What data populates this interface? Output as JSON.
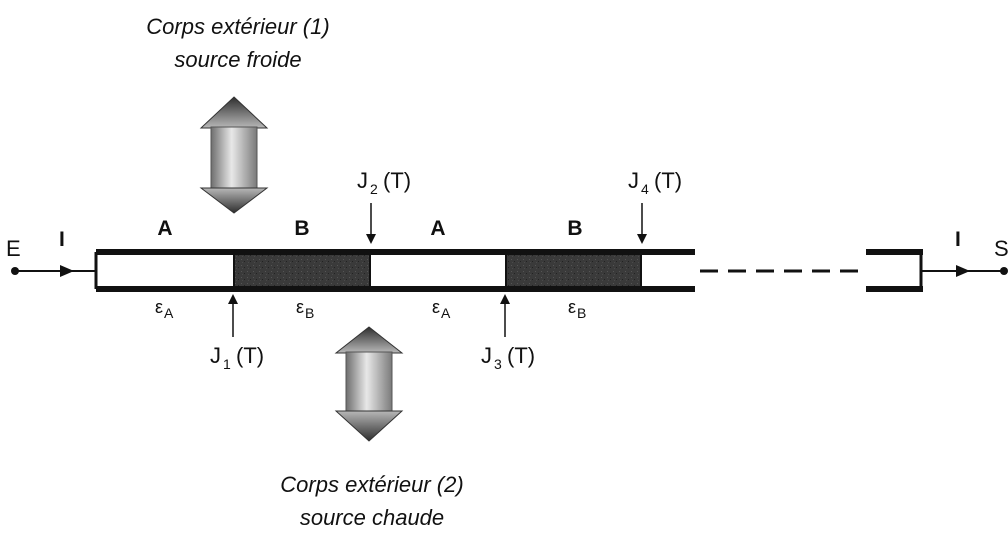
{
  "top_source": {
    "line1": "Corps extérieur (1)",
    "line2": "source froide"
  },
  "bottom_source": {
    "line1": "Corps extérieur (2)",
    "line2": "source chaude"
  },
  "nodes": {
    "entry": "E",
    "exit": "S"
  },
  "current": {
    "left": "I",
    "right": "I"
  },
  "segments": [
    {
      "label": "A",
      "epsilon": "ε",
      "epsilon_sub": "A",
      "material": "white"
    },
    {
      "label": "B",
      "epsilon": "ε",
      "epsilon_sub": "B",
      "material": "dark"
    },
    {
      "label": "A",
      "epsilon": "ε",
      "epsilon_sub": "A",
      "material": "white"
    },
    {
      "label": "B",
      "epsilon": "ε",
      "epsilon_sub": "B",
      "material": "dark"
    }
  ],
  "junctions": [
    {
      "name": "J",
      "sub": "1",
      "temp": "(T)"
    },
    {
      "name": "J",
      "sub": "2",
      "temp": "(T)"
    },
    {
      "name": "J",
      "sub": "3",
      "temp": "(T)"
    },
    {
      "name": "J",
      "sub": "4",
      "temp": "(T)"
    }
  ],
  "colors": {
    "outline": "#111111",
    "dark_material": "#3a3a3a",
    "white_material": "#ffffff",
    "arrow_fill": "#9a9a9a"
  }
}
